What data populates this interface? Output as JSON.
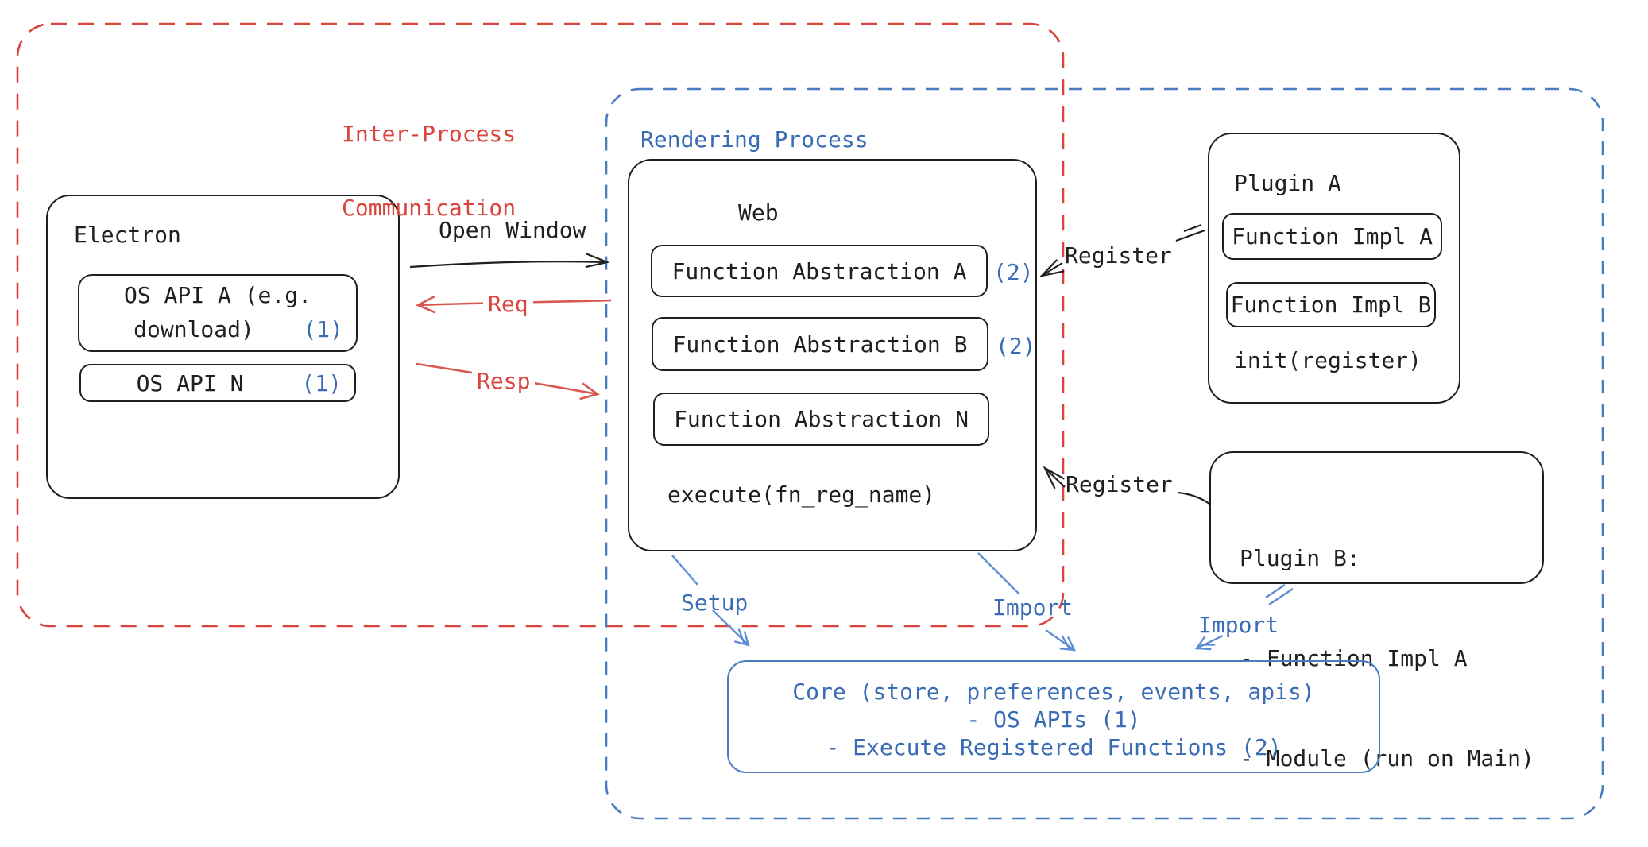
{
  "colors": {
    "red": "#d9453d",
    "blue_text": "#3a6cb5",
    "blue_line": "#4a7dc0",
    "black": "#1f1f1f"
  },
  "ipc_region": {
    "label_line1": "Inter-Process",
    "label_line2": "Communication"
  },
  "rendering_region": {
    "label": "Rendering Process"
  },
  "electron": {
    "title": "Electron",
    "os_api_a_line1": "OS API A (e.g.",
    "os_api_a_line2": "download)",
    "os_api_a_ref": "(1)",
    "os_api_n": "OS API N",
    "os_api_n_ref": "(1)"
  },
  "web": {
    "title": "Web",
    "fn_abstraction_a": "Function Abstraction A",
    "fn_abstraction_a_ref": "(2)",
    "fn_abstraction_b": "Function Abstraction B",
    "fn_abstraction_b_ref": "(2)",
    "fn_abstraction_n": "Function Abstraction N",
    "execute": "execute(fn_reg_name)"
  },
  "plugin_a": {
    "title": "Plugin A",
    "fn_impl_a": "Function Impl A",
    "fn_impl_b": "Function Impl B",
    "init": "init(register)"
  },
  "plugin_b": {
    "title": "Plugin B:",
    "item_1": "- Function Impl A",
    "item_2": "- Module (run on Main)"
  },
  "core": {
    "line1": "Core (store, preferences, events, apis)",
    "line2": "- OS APIs (1)",
    "line3": "- Execute Registered Functions (2)"
  },
  "arrows": {
    "open_window": "Open Window",
    "req": "Req",
    "resp": "Resp",
    "register_top": "Register",
    "register_bottom": "Register",
    "setup": "Setup",
    "import_web": "Import",
    "import_plugin_b": "Import"
  }
}
